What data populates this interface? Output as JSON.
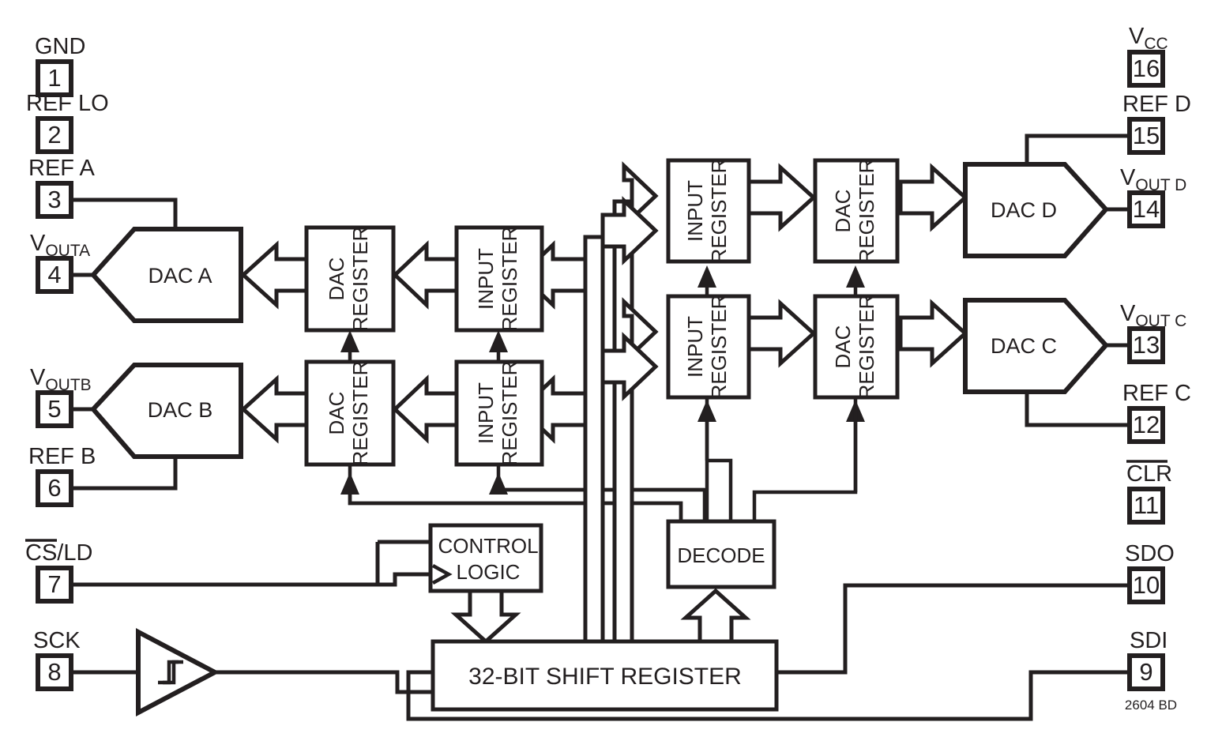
{
  "diagram": {
    "title": "LTC2604 Quad DAC Block Diagram",
    "caption": "2604 BD",
    "accent_color": "#231f20",
    "background_color": "#ffffff"
  },
  "pins_left": [
    {
      "number": "1",
      "label": "GND",
      "overbar": "none",
      "subscript": ""
    },
    {
      "number": "2",
      "label": "REF LO",
      "overbar": "none",
      "subscript": ""
    },
    {
      "number": "3",
      "label": "REF A",
      "overbar": "none",
      "subscript": ""
    },
    {
      "number": "4",
      "label": "V",
      "overbar": "none",
      "subscript": "OUTA"
    },
    {
      "number": "5",
      "label": "V",
      "overbar": "none",
      "subscript": "OUTB"
    },
    {
      "number": "6",
      "label": "REF B",
      "overbar": "none",
      "subscript": ""
    },
    {
      "number": "7",
      "label": "CS/LD",
      "overbar": "partial",
      "subscript": ""
    },
    {
      "number": "8",
      "label": "SCK",
      "overbar": "none",
      "subscript": ""
    }
  ],
  "pins_right": [
    {
      "number": "16",
      "label": "V",
      "overbar": "none",
      "subscript": "CC"
    },
    {
      "number": "15",
      "label": "REF D",
      "overbar": "none",
      "subscript": ""
    },
    {
      "number": "14",
      "label": "V",
      "overbar": "none",
      "subscript": "OUT D"
    },
    {
      "number": "13",
      "label": "V",
      "overbar": "none",
      "subscript": "OUT C"
    },
    {
      "number": "12",
      "label": "REF C",
      "overbar": "none",
      "subscript": ""
    },
    {
      "number": "11",
      "label": "CLR",
      "overbar": "full",
      "subscript": ""
    },
    {
      "number": "10",
      "label": "SDO",
      "overbar": "none",
      "subscript": ""
    },
    {
      "number": "9",
      "label": "SDI",
      "overbar": "none",
      "subscript": ""
    }
  ],
  "dac_blocks": [
    {
      "id": "dac-a",
      "label": "DAC A",
      "orientation": "left-point"
    },
    {
      "id": "dac-b",
      "label": "DAC B",
      "orientation": "left-point"
    },
    {
      "id": "dac-c",
      "label": "DAC C",
      "orientation": "right-point"
    },
    {
      "id": "dac-d",
      "label": "DAC D",
      "orientation": "right-point"
    }
  ],
  "register_blocks": [
    {
      "id": "dac-register-a",
      "line1": "DAC",
      "line2": "REGISTER",
      "rotated": true
    },
    {
      "id": "dac-register-b",
      "line1": "DAC",
      "line2": "REGISTER",
      "rotated": true
    },
    {
      "id": "input-register-a",
      "line1": "INPUT",
      "line2": "REGISTER",
      "rotated": true
    },
    {
      "id": "input-register-b",
      "line1": "INPUT",
      "line2": "REGISTER",
      "rotated": true
    },
    {
      "id": "input-register-d",
      "line1": "INPUT",
      "line2": "REGISTER",
      "rotated": true
    },
    {
      "id": "input-register-c",
      "line1": "INPUT",
      "line2": "REGISTER",
      "rotated": true
    },
    {
      "id": "dac-register-d",
      "line1": "DAC",
      "line2": "REGISTER",
      "rotated": true
    },
    {
      "id": "dac-register-c",
      "line1": "DAC",
      "line2": "REGISTER",
      "rotated": true
    }
  ],
  "logic_blocks": [
    {
      "id": "control-logic",
      "line1": "CONTROL",
      "line2": "LOGIC",
      "clock_marker": true
    },
    {
      "id": "decode",
      "line1": "DECODE",
      "line2": "",
      "clock_marker": false
    },
    {
      "id": "shift-register",
      "line1": "32-BIT SHIFT REGISTER",
      "line2": "",
      "clock_marker": false
    }
  ],
  "buffer": {
    "id": "schmitt-trigger-buffer",
    "symbol": "hysteresis"
  }
}
